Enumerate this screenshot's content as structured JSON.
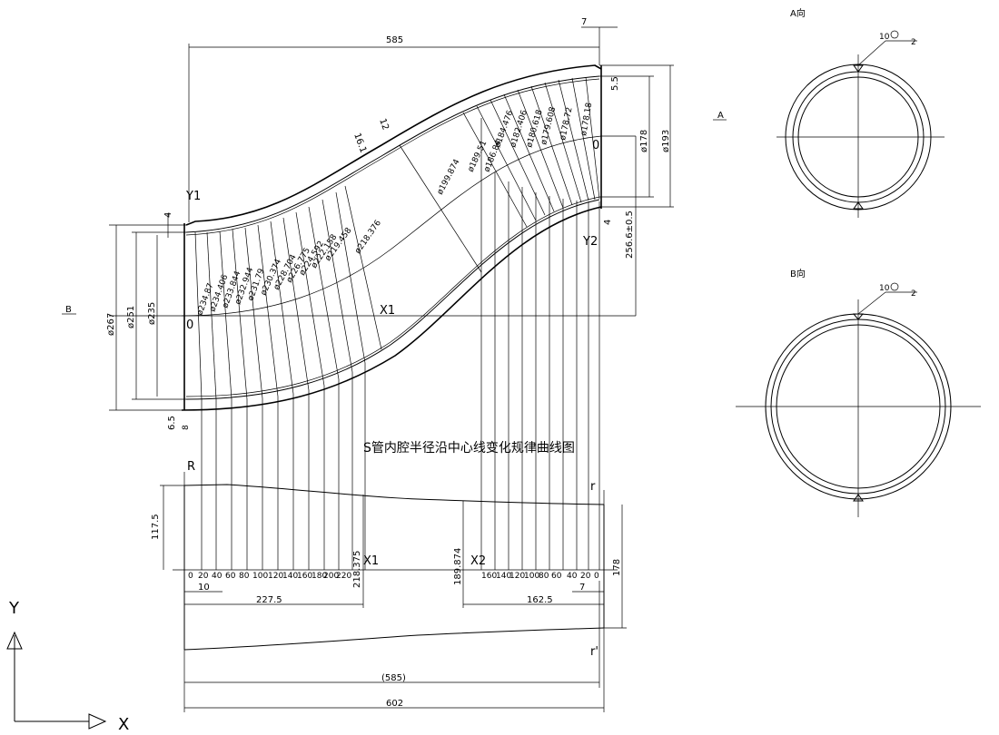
{
  "caption": "S管内腔半径沿中心线变化规律曲线图",
  "views": {
    "a_title": "A向",
    "b_title": "B向",
    "a_marker": "A",
    "b_marker": "B",
    "weld_size": "10",
    "weld_count": "2"
  },
  "axes": {
    "x": "X",
    "y": "Y"
  },
  "points": {
    "y1": "Y1",
    "y2": "Y2",
    "x1": "X1",
    "x2": "X2",
    "origin_left": "0",
    "origin_right": "0"
  },
  "top_dims": {
    "overall_length": "585",
    "end_offset": "7",
    "right_step": "5.5",
    "left_step": "4",
    "right_lower_step": "4",
    "bottom_step": "6.5",
    "bottom_small": "8",
    "left_d1": "ø267",
    "left_d2": "ø251",
    "left_d3": "ø235",
    "right_d1": "ø178",
    "right_d2": "ø193",
    "offset": "256.6±0.5",
    "wall_a": "16.1",
    "wall_b": "12"
  },
  "left_diameters": [
    "ø234.87",
    "ø234.406",
    "ø233.844",
    "ø232.944",
    "ø231.79",
    "ø230.374",
    "ø228.704",
    "ø226.775",
    "ø224.592",
    "ø222.158",
    "ø219.458"
  ],
  "mid_diameters": [
    "ø218.376",
    "ø199.874"
  ],
  "right_diameters": [
    "ø189.51",
    "ø186.84",
    "ø184.476",
    "ø182.406",
    "ø180.618",
    "ø179.608",
    "ø178.72",
    "ø178.18"
  ],
  "bottom_labels": {
    "r_left": "R",
    "r_right": "r",
    "r_right_low": "r'",
    "left_half": "117.5",
    "mid_left": "218.375",
    "mid_right": "189.874",
    "right_full": "178",
    "d10": "10",
    "d7": "7",
    "d227": "227.5",
    "d162": "162.5",
    "d585": "(585)",
    "d602": "602"
  },
  "left_ticks": [
    "0",
    "20",
    "40",
    "60",
    "80",
    "100",
    "120",
    "140",
    "160",
    "180",
    "200",
    "220"
  ],
  "right_ticks": [
    "160",
    "140",
    "120",
    "100",
    "80",
    "60",
    "40",
    "20",
    "0"
  ]
}
